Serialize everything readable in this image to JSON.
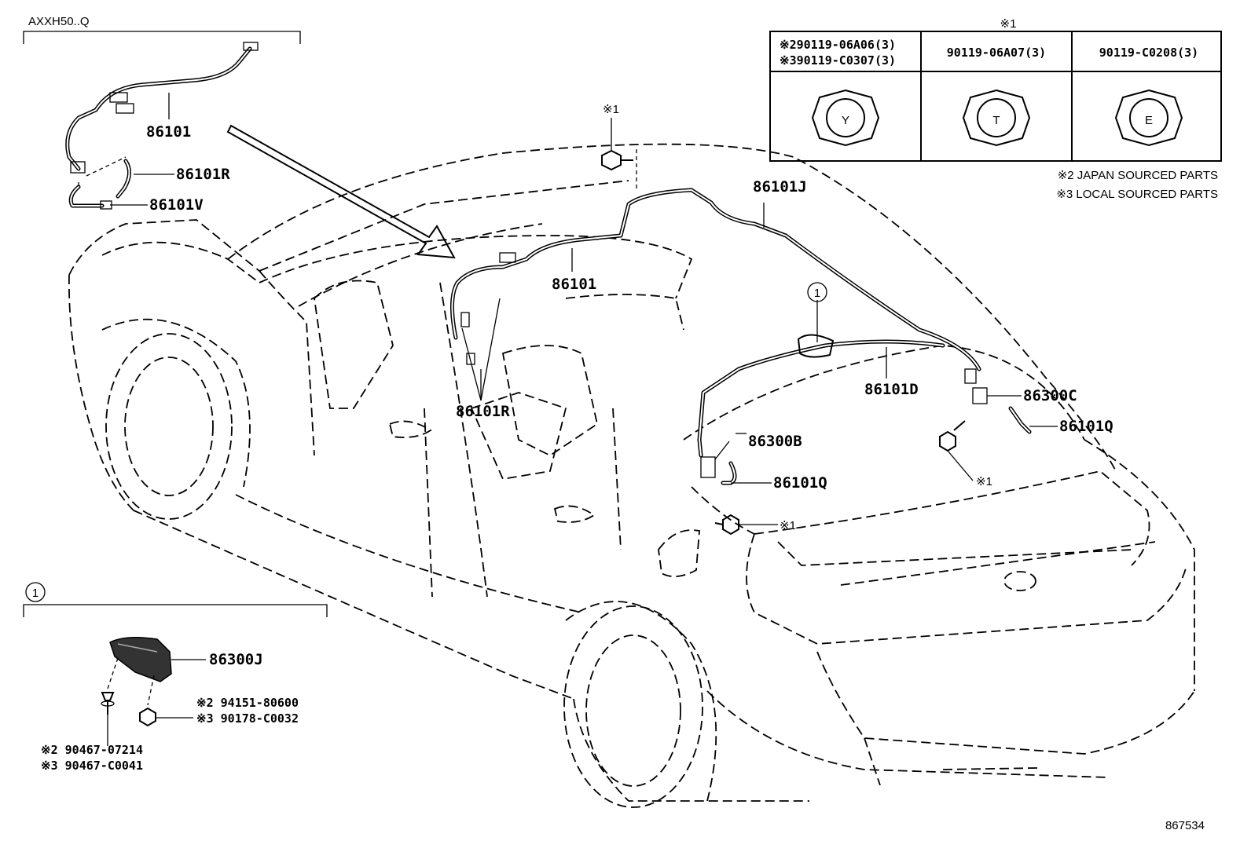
{
  "header": {
    "model_code": "AXXH50..Q",
    "table_ref": "※1",
    "diagram_number": "867534"
  },
  "fastener_table": {
    "columns": [
      {
        "line1": "※290119-06A06(3)",
        "line2": "※390119-C0307(3)",
        "symbol": "Y"
      },
      {
        "line1": "90119-06A07(3)",
        "line2": "",
        "symbol": "T"
      },
      {
        "line1": "90119-C0208(3)",
        "line2": "",
        "symbol": "E"
      }
    ],
    "notes": [
      "※2 JAPAN SOURCED PARTS",
      "※3 LOCAL SOURCED PARTS"
    ]
  },
  "callouts": {
    "wire_main_inset": "86101",
    "wire_r_inset": "86101R",
    "wire_v_inset": "86101V",
    "wire_main": "86101",
    "wire_r": "86101R",
    "wire_j": "86101J",
    "wire_d": "86101D",
    "sensor_c": "86300C",
    "wire_q_right": "86101Q",
    "sensor_b": "86300B",
    "wire_q_left": "86101Q",
    "bolt_ref_top": "※1",
    "bolt_ref_right": "※1",
    "bolt_ref_mid": "※1",
    "detail_circle": "1"
  },
  "detail": {
    "circle": "1",
    "part": "86300J",
    "nut_line1": "※2 94151-80600",
    "nut_line2": "※3 90178-C0032",
    "clip_line1": "※2 90467-07214",
    "clip_line2": "※3 90467-C0041"
  }
}
